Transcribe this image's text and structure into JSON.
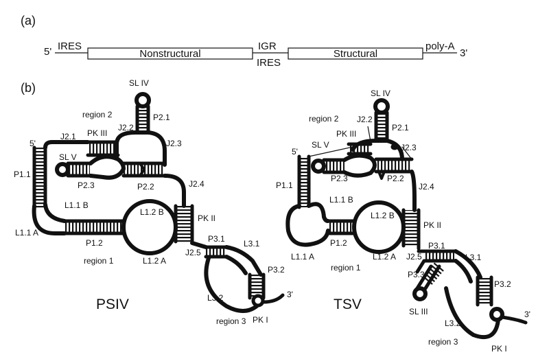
{
  "panel_a": {
    "letter": "(a)",
    "five_prime": "5'",
    "three_prime": "3'",
    "ires_5": "IRES",
    "nonstructural": "Nonstructural",
    "igr": "IGR",
    "igr_ires": "IRES",
    "structural": "Structural",
    "poly_a": "poly-A"
  },
  "panel_b": {
    "letter": "(b)",
    "psiv": {
      "name": "PSIV",
      "labels": {
        "sl_iv": "SL IV",
        "region2": "region 2",
        "p2_1": "P2.1",
        "pk_iii": "PK III",
        "j2_2": "J2.2",
        "j2_1": "J2.1",
        "j2_3": "J2.3",
        "five": "5'",
        "sl_v": "SL V",
        "p1_1": "P1.1",
        "p2_3": "P2.3",
        "p2_2": "P2.2",
        "j2_4": "J2.4",
        "l1_1b": "L1.1 B",
        "l1_2b": "L1.2 B",
        "pk_ii": "PK II",
        "l1_1a": "L1.1 A",
        "p1_2": "P1.2",
        "p3_1": "P3.1",
        "l3_1": "L3.1",
        "region1": "region 1",
        "l1_2a": "L1.2 A",
        "j2_5": "J2.5",
        "p3_2": "P3.2",
        "l3_2": "L3.2",
        "three": "3'",
        "region3": "region 3",
        "pk_i": "PK I"
      }
    },
    "tsv": {
      "name": "TSV",
      "labels": {
        "sl_iv": "SL IV",
        "region2": "region 2",
        "j2_2": "J2.2",
        "p2_1": "P2.1",
        "pk_iii": "PK III",
        "sl_v": "SL V",
        "j2_3": "J2.3",
        "five": "5'",
        "p1_1": "P1.1",
        "p2_3": "P2.3",
        "p2_2": "P2.2",
        "j2_4": "J2.4",
        "l1_1b": "L1.1 B",
        "l1_2b": "L1.2 B",
        "pk_ii": "PK II",
        "p1_2": "P1.2",
        "l1_1a": "L1.1 A",
        "region1": "region 1",
        "l1_2a": "L1.2 A",
        "j2_5": "J2.5",
        "p3_1": "P3.1",
        "l3_1": "L3.1",
        "p3_3": "P3.3",
        "p3_2": "P3.2",
        "sl_iii": "SL III",
        "l3_2": "L3.2",
        "three": "3'",
        "region3": "region 3",
        "pk_i": "PK I"
      }
    }
  }
}
